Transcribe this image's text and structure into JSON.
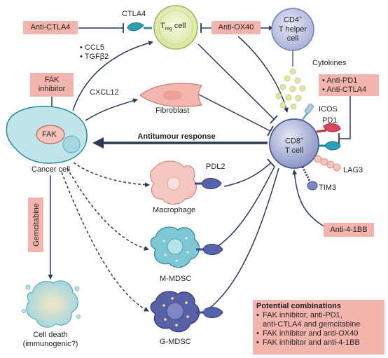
{
  "colors": {
    "antibody_box": "#f2b4ac",
    "treg_cell": "#e6f0c0",
    "cd4_cell": "#c7cdea",
    "cd8_cell": "#b8c0de",
    "cancer_cell": "#bfe4ea",
    "fibroblast": "#f4b7b0",
    "macrophage": "#f5c7c0",
    "m_mdsc": "#7ec8d6",
    "g_mdsc": "#5860a8",
    "arrow_dark": "#2b3a55",
    "cytokine_dots": "#dfe5a8"
  },
  "boxes": {
    "anti_ctla4_top": "Anti-CTLA4",
    "anti_ox40": "Anti-OX40",
    "fak_inhibitor": "FAK inhibitor",
    "anti_pd1_ctla4": [
      "Anti-PD1",
      "Anti-CTLA4"
    ],
    "anti_41bb": "Anti-4-1BB",
    "gemcitabine": "Gemcitabine"
  },
  "cells": {
    "treg": {
      "main": "T",
      "sub": "reg",
      "suffix": "cell"
    },
    "cd4": {
      "line1": "CD4",
      "sup": "+",
      "line2": "T helper",
      "line3": "cell"
    },
    "cd8": {
      "line1": "CD8",
      "sup": "+",
      "line2": "T cell"
    },
    "cancer": "Cancer cell",
    "fak": "FAK",
    "fibroblast": "Fibroblast",
    "macrophage": "Macrophage",
    "m_mdsc": "M-MDSC",
    "g_mdsc": "G-MDSC",
    "cell_death": [
      "Cell death",
      "(immunogenic?)"
    ]
  },
  "labels": {
    "ctla4": "CTLA4",
    "ccl5": "CCL5",
    "tgfb2": "TGFβ2",
    "cxcl12": "CXCL12",
    "cytokines": "Cytokines",
    "icos": "ICOS",
    "pd1": "PD1",
    "lag3": "LAG3",
    "tim3": "TIM3",
    "pdl2": "PDL2",
    "antitumour": "Antitumour response"
  },
  "combinations": {
    "title": "Potential combinations",
    "items": [
      [
        "FAK inhibitor, anti-PD1,",
        "anti-CTLA4 and gemcitabine"
      ],
      [
        "FAK inhibitor and anti-OX40"
      ],
      [
        "FAK inhibitor and anti-4-1BB"
      ]
    ]
  }
}
